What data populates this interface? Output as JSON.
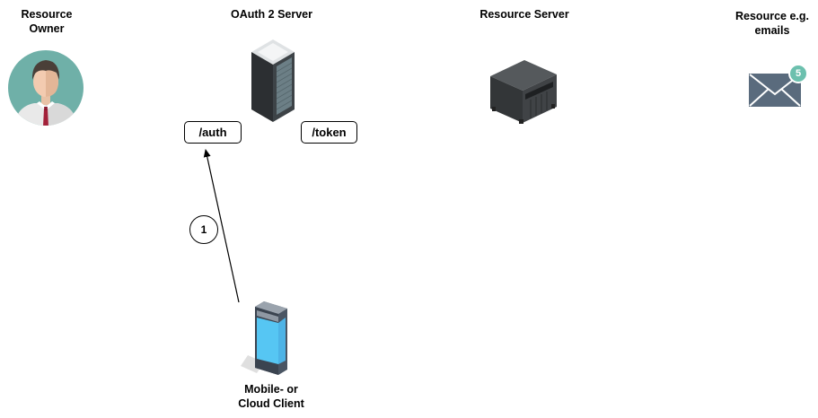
{
  "diagram": {
    "title": "OAuth 2 flow",
    "actors": {
      "resource_owner": {
        "label_line1": "Resource",
        "label_line2": "Owner",
        "icon": "person-avatar-icon"
      },
      "oauth_server": {
        "label": "OAuth 2 Server",
        "icon": "server-tower-icon"
      },
      "resource_server": {
        "label": "Resource Server",
        "icon": "nas-server-icon"
      },
      "resource": {
        "label_line1": "Resource e.g.",
        "label_line2": "emails",
        "icon": "envelope-icon",
        "badge_count": "5"
      },
      "client": {
        "label_line1": "Mobile- or",
        "label_line2": "Cloud Client",
        "icon": "smartphone-icon"
      }
    },
    "endpoints": {
      "auth": "/auth",
      "token": "/token"
    },
    "steps": [
      {
        "number": "1",
        "from": "client",
        "to": "auth"
      }
    ],
    "colors": {
      "avatar_bg": "#6fb0a8",
      "envelope": "#5a6b7d",
      "badge": "#6cc0ae",
      "phone_screen": "#5bc8f5",
      "server_dark": "#3a3d40"
    }
  }
}
